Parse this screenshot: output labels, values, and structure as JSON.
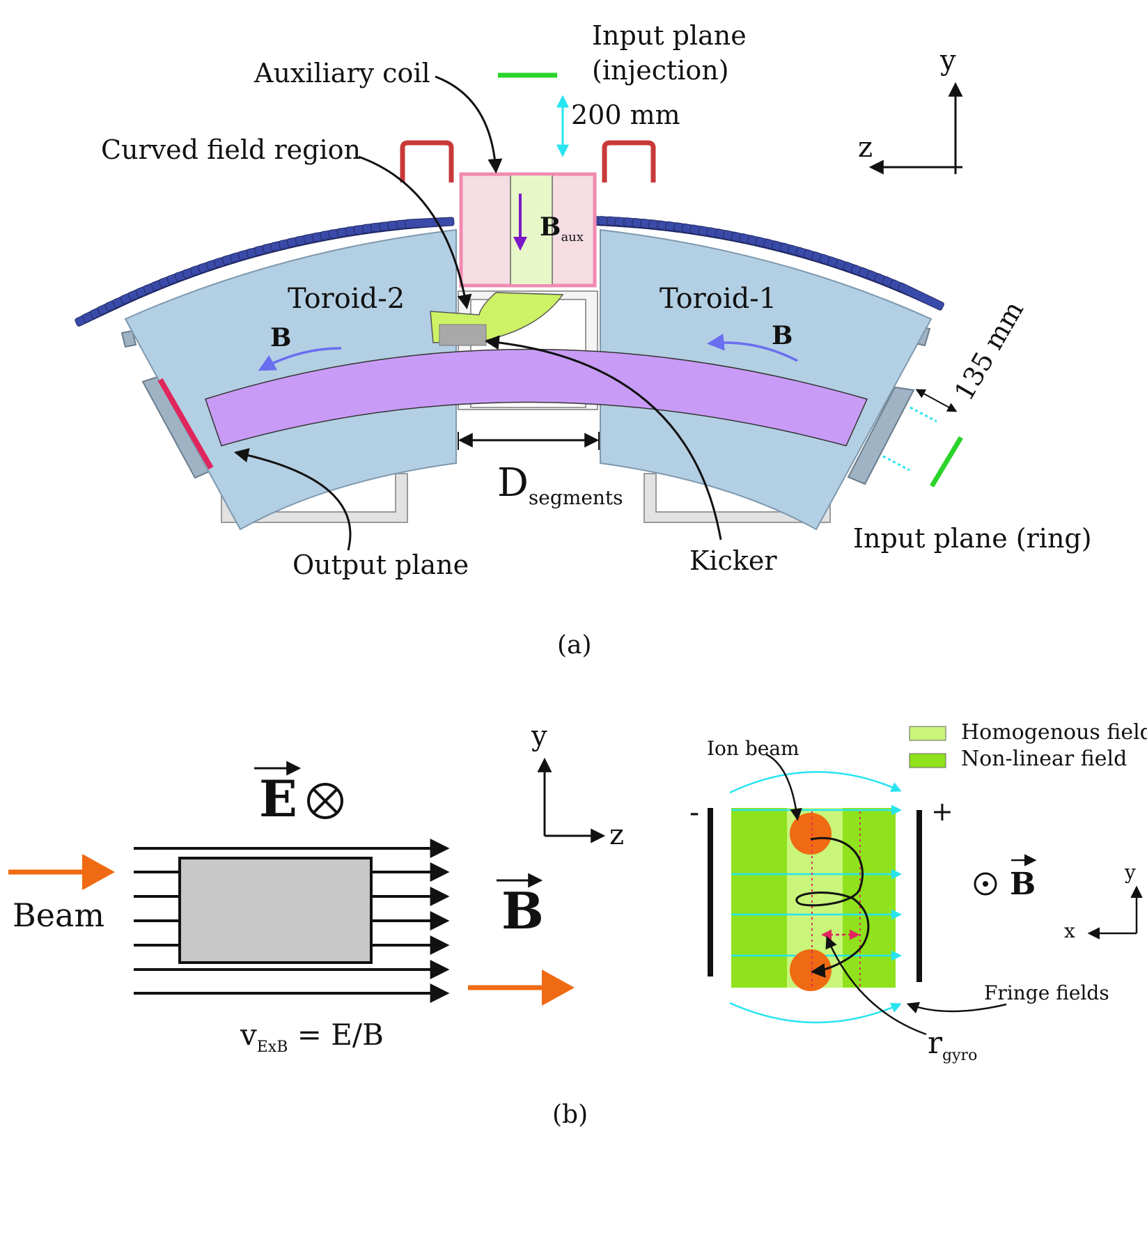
{
  "panel_a": {
    "auxiliary_coil": "Auxiliary coil",
    "input_plane_injection_1": "Input plane",
    "input_plane_injection_2": "(injection)",
    "distance_200": "200 mm",
    "curved_field_region": "Curved field region",
    "b_aux_main": "B",
    "b_aux_sub": "aux",
    "toroid_2": "Toroid-2",
    "toroid_1": "Toroid-1",
    "b_left": "B",
    "b_right": "B",
    "distance_135": "135 mm",
    "d_segments_main": "D",
    "d_segments_sub": "segments",
    "output_plane": "Output plane",
    "kicker": "Kicker",
    "input_plane_ring": "Input plane (ring)",
    "axis_y": "y",
    "axis_z": "z",
    "caption": "(a)"
  },
  "panel_b": {
    "e_field": "E",
    "b_field": "B",
    "beam": "Beam",
    "velocity_main": "v",
    "velocity_sub": "ExB",
    "velocity_rhs": " = E/B",
    "axis_y": "y",
    "axis_z": "z",
    "legend_homogenous": "Homogenous field",
    "legend_nonlinear": "Non-linear field",
    "ion_beam": "Ion beam",
    "minus": "-",
    "plus": "+",
    "b_out": "B",
    "axis2_y": "y",
    "axis2_x": "x",
    "fringe_fields": "Fringe fields",
    "r_gyro_main": "r",
    "r_gyro_sub": "gyro",
    "caption": "(b)"
  },
  "colors": {
    "toroid_fill": "#b3cfe3",
    "coil_blue": "#3a4aa8",
    "beam_band": "#c89cf6",
    "aux_coil_fill": "#f5dde3",
    "aux_coil_border": "#f08ab0",
    "curved_region": "#cdf266",
    "homogenous_field": "#c8f57a",
    "nonlinear_field": "#8fe21c",
    "cyan": "#27e4f0",
    "orange": "#f06a13",
    "green_plane": "#2bd42b",
    "red_plane": "#e0265c",
    "purple_arrow": "#7a18c8",
    "field_arrow_blue": "#6a6ef0"
  },
  "icons": [
    "into-page-icon",
    "out-of-page-icon"
  ]
}
